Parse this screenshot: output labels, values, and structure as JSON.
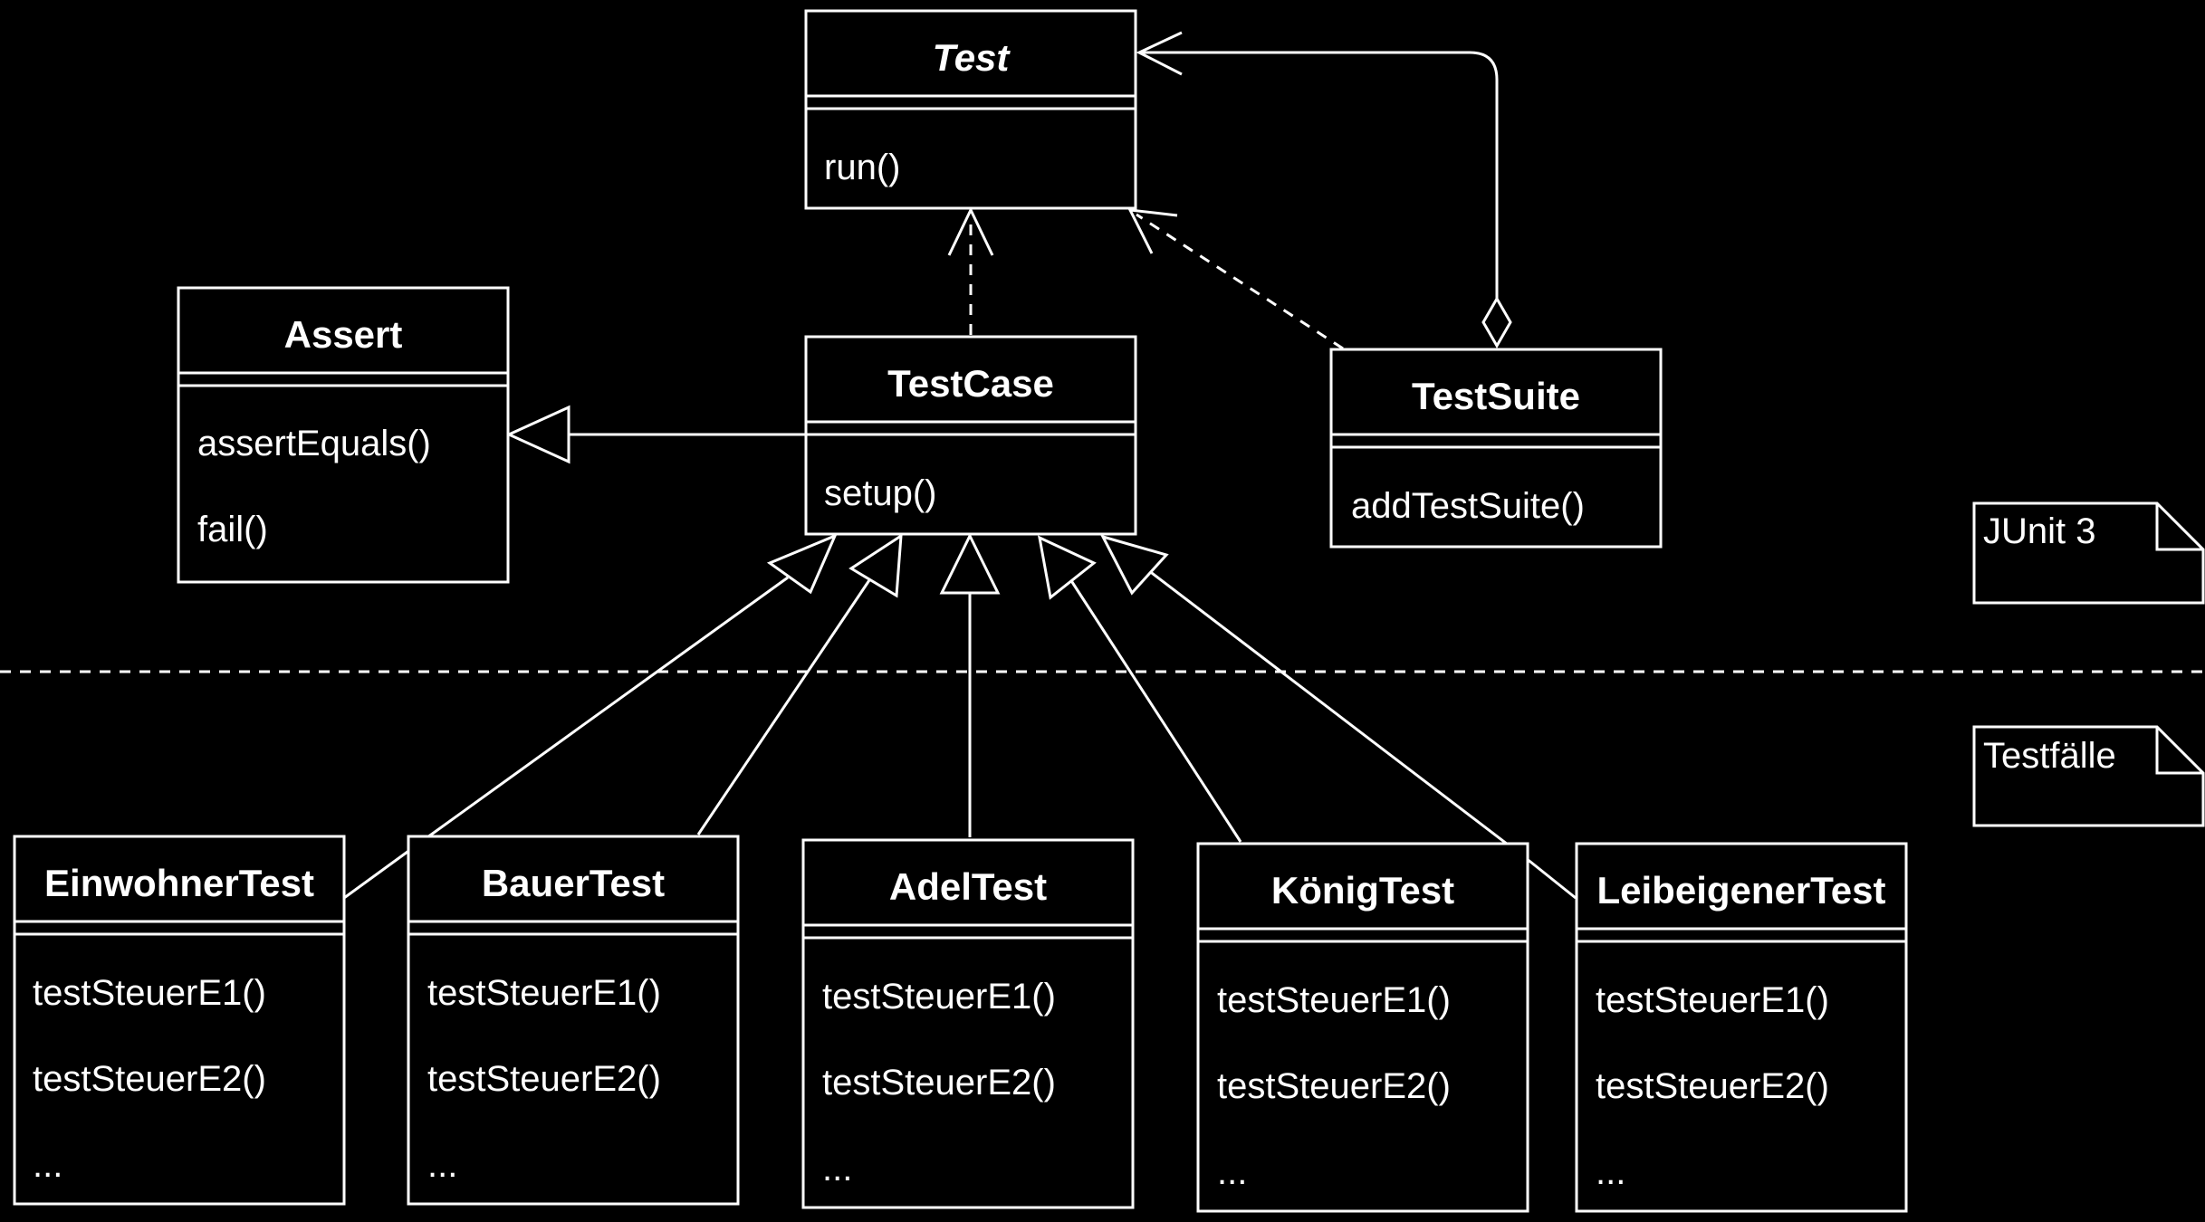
{
  "classes": {
    "test": {
      "name": "Test",
      "members": [
        "run()"
      ]
    },
    "assert": {
      "name": "Assert",
      "members": [
        "assertEquals()",
        "fail()"
      ]
    },
    "testcase": {
      "name": "TestCase",
      "members": [
        "setup()"
      ]
    },
    "testsuite": {
      "name": "TestSuite",
      "members": [
        "addTestSuite()"
      ]
    },
    "einwohner": {
      "name": "EinwohnerTest",
      "members": [
        "testSteuerE1()",
        "testSteuerE2()",
        "..."
      ]
    },
    "bauer": {
      "name": "BauerTest",
      "members": [
        "testSteuerE1()",
        "testSteuerE2()",
        "..."
      ]
    },
    "adel": {
      "name": "AdelTest",
      "members": [
        "testSteuerE1()",
        "testSteuerE2()",
        "..."
      ]
    },
    "koenig": {
      "name": "KönigTest",
      "members": [
        "testSteuerE1()",
        "testSteuerE2()",
        "..."
      ]
    },
    "leibeigener": {
      "name": "LeibeigenerTest",
      "members": [
        "testSteuerE1()",
        "testSteuerE2()",
        "..."
      ]
    }
  },
  "notes": {
    "junit": "JUnit 3",
    "testfaelle": "Testfälle"
  },
  "colors": {
    "background": "#000000",
    "foreground": "#ffffff"
  }
}
